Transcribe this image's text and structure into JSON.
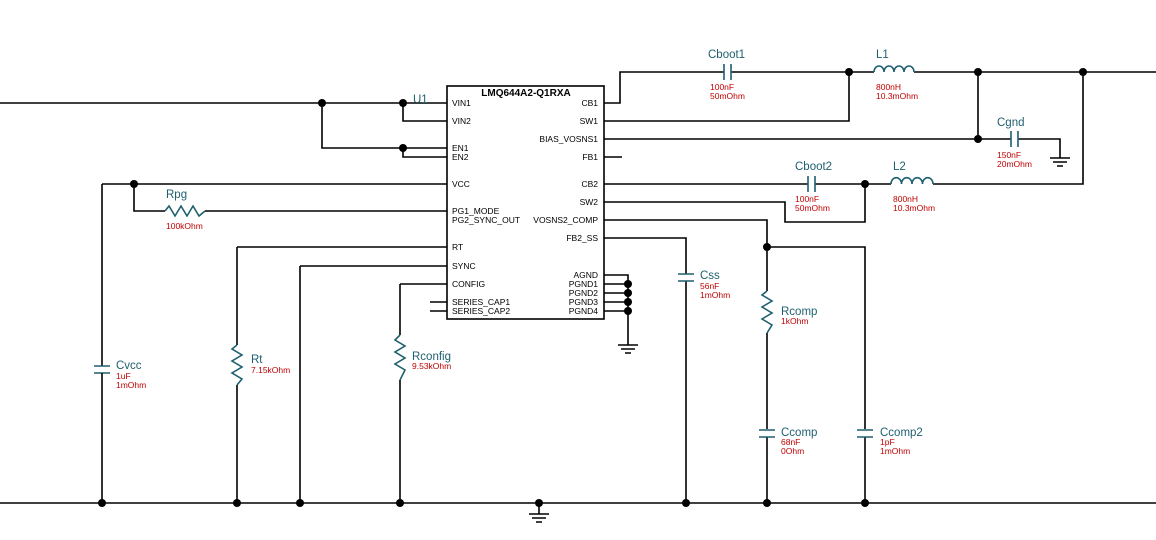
{
  "ic": {
    "part": "LMQ644A2-Q1RXA",
    "ref": "U1",
    "left_pins": [
      "VIN1",
      "VIN2",
      "EN1",
      "EN2",
      "VCC",
      "PG1_MODE",
      "PG2_SYNC_OUT",
      "RT",
      "SYNC",
      "CONFIG",
      "SERIES_CAP1",
      "SERIES_CAP2"
    ],
    "right_pins": [
      "CB1",
      "SW1",
      "BIAS_VOSNS1",
      "FB1",
      "CB2",
      "SW2",
      "VOSNS2_COMP",
      "FB2_SS",
      "AGND",
      "PGND1",
      "PGND2",
      "PGND3",
      "PGND4"
    ]
  },
  "components": {
    "cboot1": {
      "ref": "Cboot1",
      "v1": "100nF",
      "v2": "50mOhm"
    },
    "l1": {
      "ref": "L1",
      "v1": "800nH",
      "v2": "10.3mOhm"
    },
    "cgnd": {
      "ref": "Cgnd",
      "v1": "150nF",
      "v2": "20mOhm"
    },
    "cboot2": {
      "ref": "Cboot2",
      "v1": "100nF",
      "v2": "50mOhm"
    },
    "l2": {
      "ref": "L2",
      "v1": "800nH",
      "v2": "10.3mOhm"
    },
    "rpg": {
      "ref": "Rpg",
      "v1": "100kOhm"
    },
    "css": {
      "ref": "Css",
      "v1": "56nF",
      "v2": "1mOhm"
    },
    "rcomp": {
      "ref": "Rcomp",
      "v1": "1kOhm"
    },
    "cvcc": {
      "ref": "Cvcc",
      "v1": "1uF",
      "v2": "1mOhm"
    },
    "rt": {
      "ref": "Rt",
      "v1": "7.15kOhm"
    },
    "rconfig": {
      "ref": "Rconfig",
      "v1": "9.53kOhm"
    },
    "ccomp": {
      "ref": "Ccomp",
      "v1": "68nF",
      "v2": "0Ohm"
    },
    "ccomp2": {
      "ref": "Ccomp2",
      "v1": "1pF",
      "v2": "1mOhm"
    }
  }
}
